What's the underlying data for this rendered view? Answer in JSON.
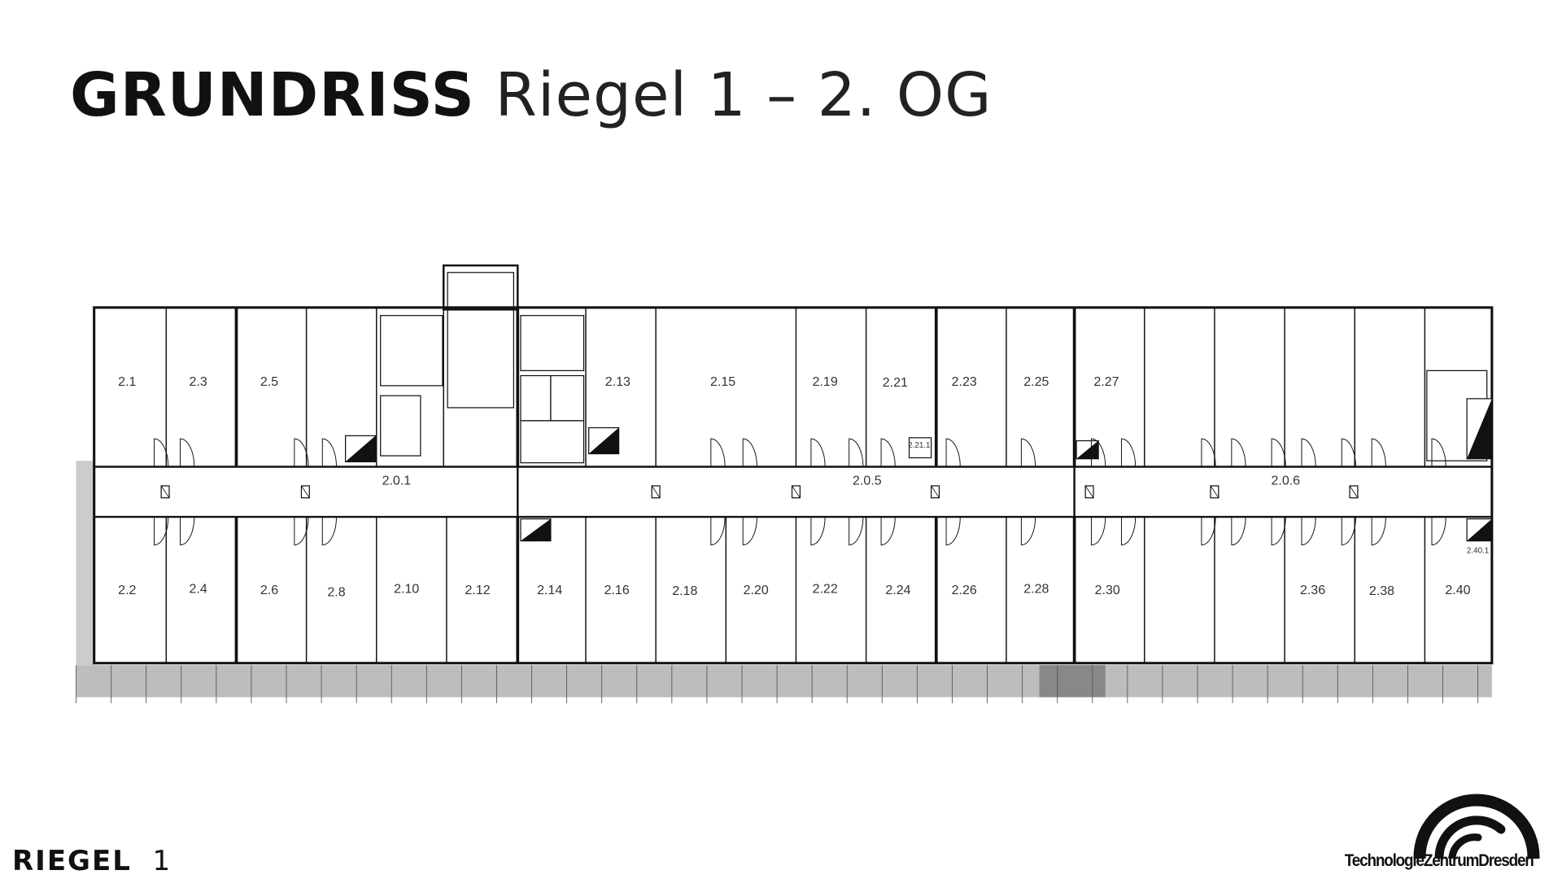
{
  "title": {
    "bold": "GRUNDRISS",
    "rest": "Riegel 1 – 2. OG"
  },
  "footer": {
    "bold": "RIEGEL",
    "number": "1"
  },
  "logo": {
    "text": "TechnologieZentrumDresden"
  },
  "floorplan": {
    "rooms_top": [
      "2.1",
      "2.3",
      "2.5",
      "2.13",
      "2.15",
      "2.19",
      "2.21",
      "2.23",
      "2.25",
      "2.27"
    ],
    "rooms_bottom": [
      "2.2",
      "2.4",
      "2.6",
      "2.8",
      "2.10",
      "2.12",
      "2.14",
      "2.16",
      "2.18",
      "2.20",
      "2.22",
      "2.24",
      "2.26",
      "2.28",
      "2.30",
      "2.36",
      "2.38",
      "2.40"
    ],
    "corridors": [
      "2.0.1",
      "2.0.5",
      "2.0.6"
    ],
    "small_rooms": [
      "2.21.1",
      "2.40.1"
    ]
  },
  "colors": {
    "ink": "#111111",
    "terrace": "#bdbdbd"
  }
}
